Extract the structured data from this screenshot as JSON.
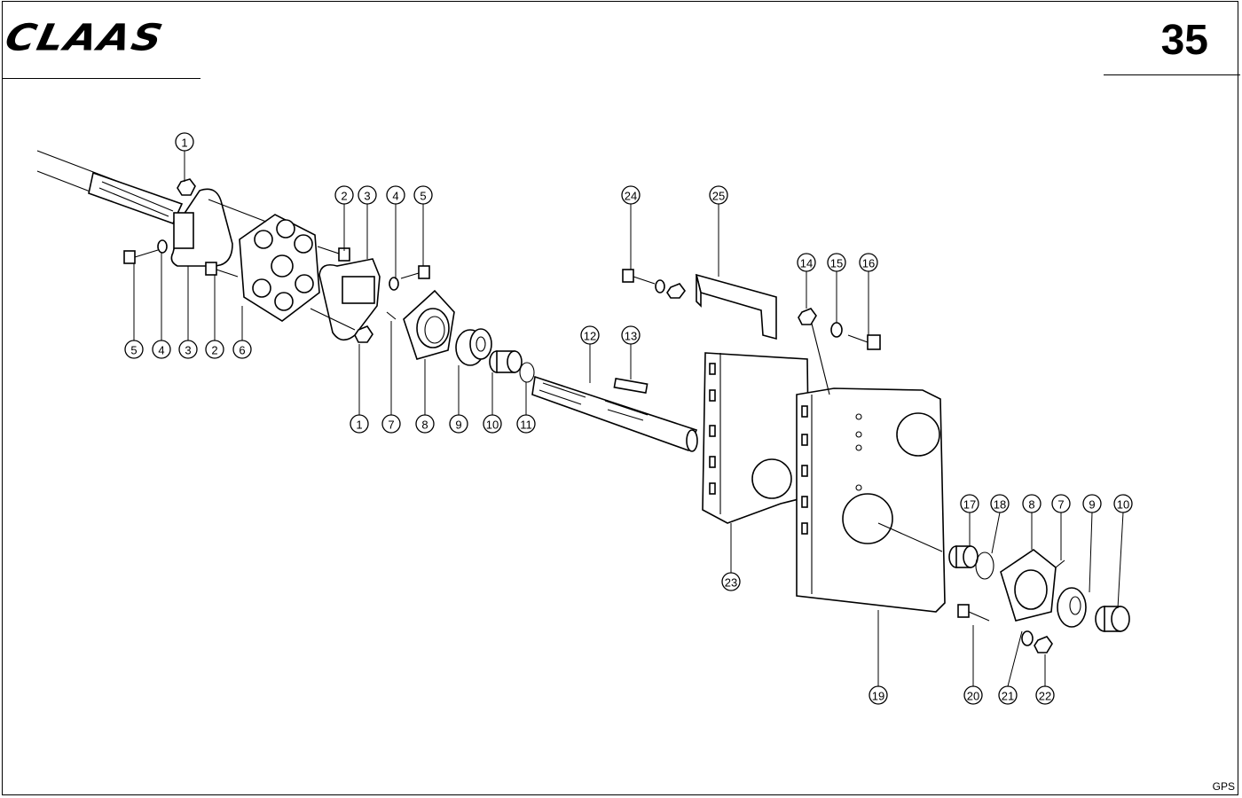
{
  "header": {
    "brand": "CLAAS",
    "page_number": "35"
  },
  "footer": {
    "code": "GPS"
  },
  "callouts": [
    {
      "label": "1"
    },
    {
      "label": "2"
    },
    {
      "label": "3"
    },
    {
      "label": "4"
    },
    {
      "label": "5"
    },
    {
      "label": "5"
    },
    {
      "label": "4"
    },
    {
      "label": "3"
    },
    {
      "label": "2"
    },
    {
      "label": "6"
    },
    {
      "label": "1"
    },
    {
      "label": "7"
    },
    {
      "label": "8"
    },
    {
      "label": "9"
    },
    {
      "label": "10"
    },
    {
      "label": "11"
    },
    {
      "label": "12"
    },
    {
      "label": "13"
    },
    {
      "label": "24"
    },
    {
      "label": "25"
    },
    {
      "label": "14"
    },
    {
      "label": "15"
    },
    {
      "label": "16"
    },
    {
      "label": "23"
    },
    {
      "label": "17"
    },
    {
      "label": "18"
    },
    {
      "label": "8"
    },
    {
      "label": "7"
    },
    {
      "label": "9"
    },
    {
      "label": "10"
    },
    {
      "label": "19"
    },
    {
      "label": "20"
    },
    {
      "label": "21"
    },
    {
      "label": "22"
    }
  ]
}
